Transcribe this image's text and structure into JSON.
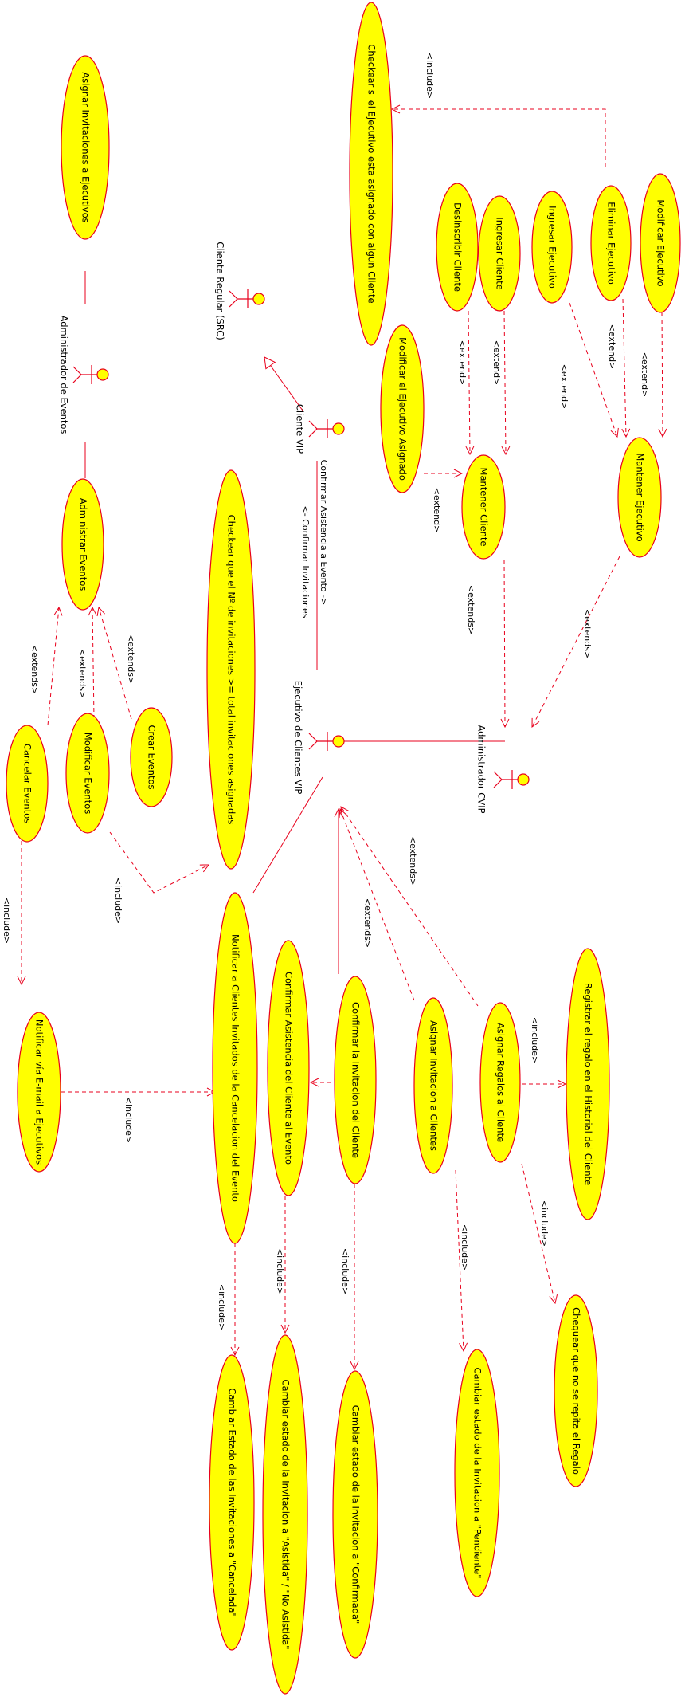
{
  "use_cases": {
    "asignar_invitaciones": "Asignar Invitaciones a Ejecutivos",
    "checkear_ejecutivo_asignado": "Checkear si el Ejecutivo esta asignado con algun Cliente",
    "desinscribir_cliente": "Desinscribir Cliente",
    "ingresar_cliente": "Ingresar Cliente",
    "ingresar_ejecutivo": "Ingresar Ejecutivo",
    "eliminar_ejecutivo": "Eliminar Ejecutivo",
    "modificar_ejecutivo": "Modificar Ejecutivo",
    "modificar_ejecutivo_asignado": "Modificar el Ejecutivo Asignado",
    "mantener_cliente": "Mantener Cliente",
    "mantener_ejecutivo": "Mantener Ejecutivo",
    "administrar_eventos": "Administrar Eventos",
    "checkear_invitaciones": "Checkear que el Nº de invitaciones >= total invitaciones asignadas",
    "crear_eventos": "Crear Eventos",
    "modificar_eventos": "Modificar Eventos",
    "cancelar_eventos": "Cancelar Eventos",
    "notificar_email": "Notificar vía E-mail a Ejecutivos",
    "notificar_clientes": "Notificar a Clientes Invitados de la Cancelacion del Evento",
    "confirmar_asistencia": "Confirmar Asistencia del Cliente al Evento",
    "confirmar_invitacion": "Confirmar la Invitacion del Cliente",
    "asignar_invitacion_clientes": "Asignar Invitacion a Clientes",
    "asignar_regalos": "Asignar Regalos al Cliente",
    "registrar_regalo": "Registrar el regalo en el Historial del Cliente",
    "chequear_regalo": "Chequear que no se repita el Regalo",
    "cambiar_cancelada": "Cambiar Estado de las Invitaciones a \"Cancelada\"",
    "cambiar_asistida": "Cambiar estado de la Invitacion a \"Asistida\" / \"No Asistida\"",
    "cambiar_confirmada": "Cambiar estado de la Invitacion a \"Confirmada\"",
    "cambiar_pendiente": "Cambiar estado de la Invitacion a \"Pendiente\""
  },
  "actors": {
    "admin_eventos": "Administrador de Eventos",
    "cliente_regular": "Cliente Regular (SRC)",
    "cliente_vip": "Cliente VIP",
    "ejecutivo_vip": "Ejecutivo de Clientes VIP",
    "admin_cvip": "Administrador CVIP"
  },
  "messages": {
    "confirmar_asistencia_evento": "Confirmar Asistencia a Evento ->",
    "confirmar_invitaciones": "<- Confirmar Invitaciones"
  },
  "labels": {
    "include": "<include>",
    "extend": "<extend>",
    "extends": "<extends>"
  },
  "colors": {
    "use_case_fill": "#ffff00",
    "stroke": "#e8001c",
    "background": "#ffffff"
  }
}
